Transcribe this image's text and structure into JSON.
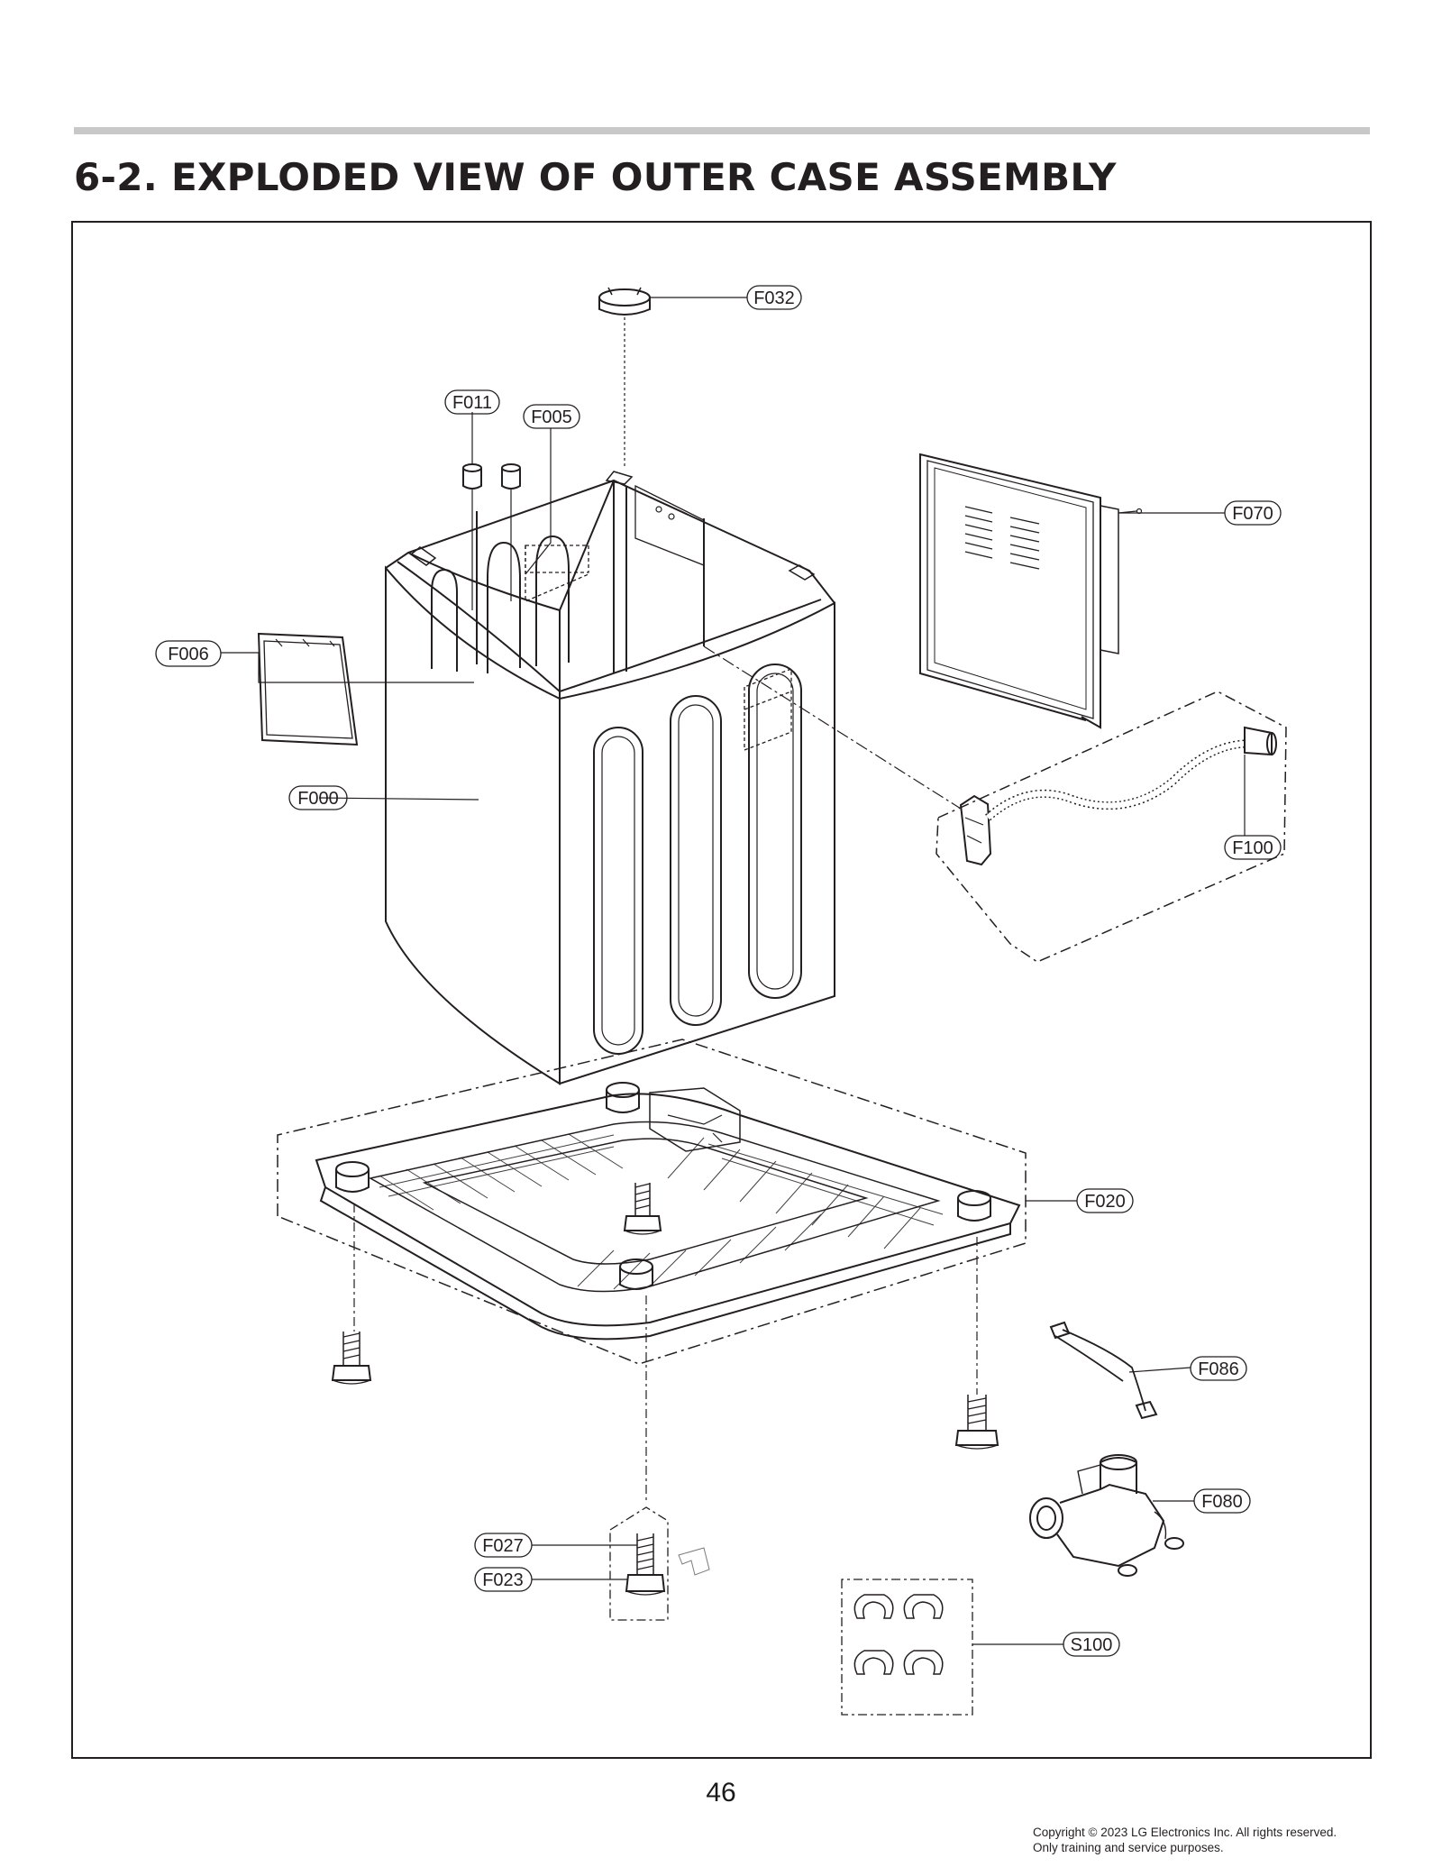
{
  "page": {
    "title": "6-2. EXPLODED VIEW OF OUTER CASE ASSEMBLY",
    "page_number": "46",
    "copyright_line1": "Copyright © 2023 LG Electronics Inc. All rights reserved.",
    "copyright_line2": "Only training and service purposes."
  },
  "callouts": {
    "f032": "F032",
    "f011": "F011",
    "f005": "F005",
    "f070": "F070",
    "f006": "F006",
    "f000": "F000",
    "f100": "F100",
    "f020": "F020",
    "f086": "F086",
    "f080": "F080",
    "f027": "F027",
    "f023": "F023",
    "s100": "S100"
  },
  "colors": {
    "line": "#231f20",
    "rule": "#c8c8c8",
    "background": "#ffffff"
  }
}
